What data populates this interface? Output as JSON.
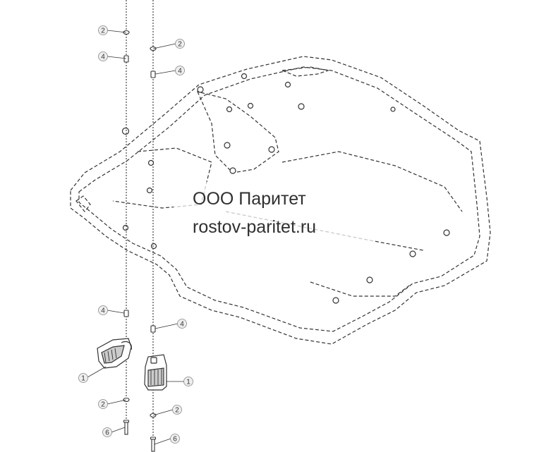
{
  "callouts": [
    {
      "id": "c1",
      "label": "2"
    },
    {
      "id": "c2",
      "label": "4"
    },
    {
      "id": "c3",
      "label": "2"
    },
    {
      "id": "c4",
      "label": "4"
    },
    {
      "id": "c5",
      "label": "4"
    },
    {
      "id": "c6",
      "label": "4"
    },
    {
      "id": "c7",
      "label": "1"
    },
    {
      "id": "c8",
      "label": "1"
    },
    {
      "id": "c9",
      "label": "2"
    },
    {
      "id": "c10",
      "label": "2"
    },
    {
      "id": "c11",
      "label": "6"
    },
    {
      "id": "c12",
      "label": "6"
    }
  ],
  "watermark": {
    "line1": "ООО Паритет",
    "line2": "rostov-paritet.ru"
  },
  "colors": {
    "line": "#333333",
    "callout_fill": "#eeeeee",
    "background": "#ffffff"
  }
}
